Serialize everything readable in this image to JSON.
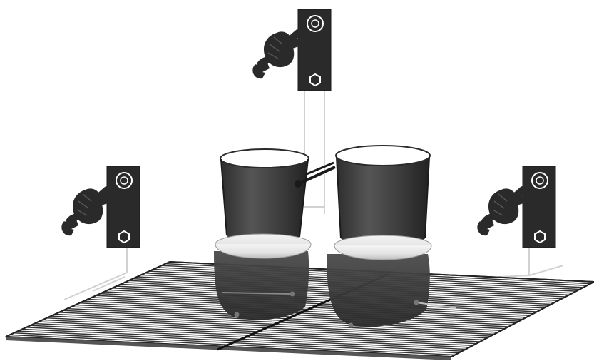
{
  "scene": {
    "background_color": "#ffffff",
    "ink_color": "#2b2b2b",
    "panel_color": "#2a2a2a",
    "rim_color": "#f2f2f2",
    "grid_color": "#3a3a3a",
    "guide_line_color": "#cfcfcf",
    "objects": {
      "tool_panels": [
        {
          "id": "top",
          "icon": "wrench-in-hand-icon",
          "secondary_icon": "hexagon-nut-icon"
        },
        {
          "id": "left",
          "icon": "wrench-in-hand-icon",
          "secondary_icon": "hexagon-nut-icon"
        },
        {
          "id": "right",
          "icon": "wrench-in-hand-icon",
          "secondary_icon": "hexagon-nut-icon"
        }
      ],
      "containers": [
        {
          "id": "left-pot"
        },
        {
          "id": "right-pot"
        }
      ],
      "connector": "bar-clamp-icon",
      "platform": "grid-mat"
    }
  }
}
